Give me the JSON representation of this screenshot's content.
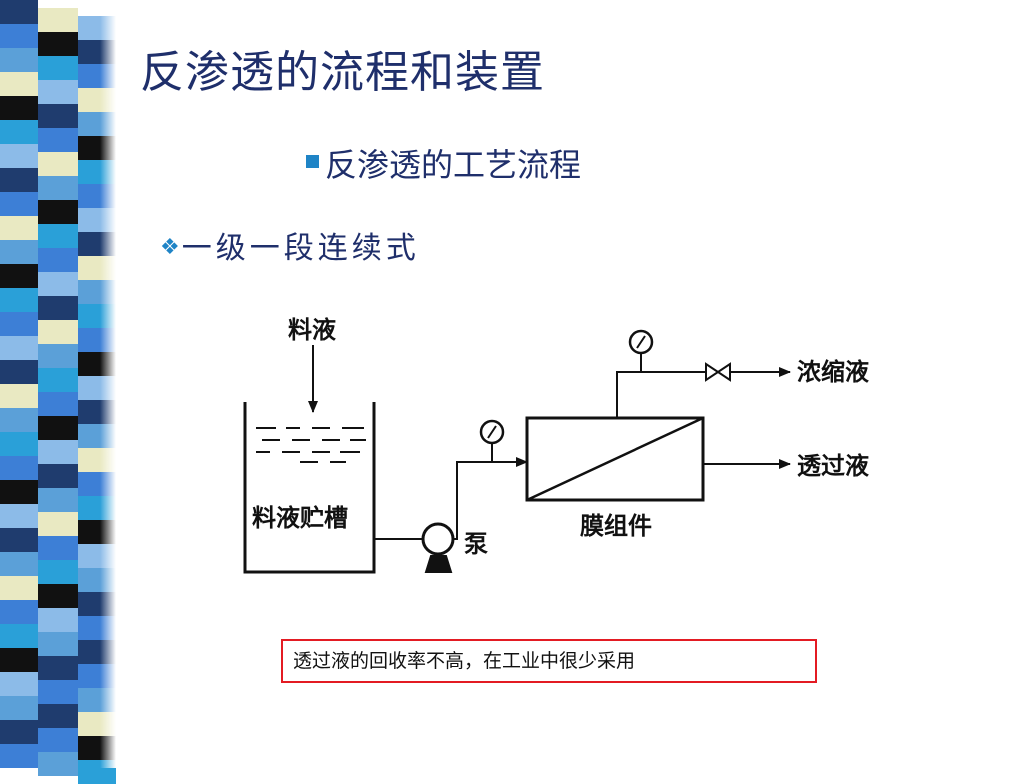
{
  "slide": {
    "title": "反渗透的流程和装置",
    "subtitle": "反渗透的工艺流程",
    "bullet": "一级一段连续式",
    "note": "透过液的回收率不高，在工业中很少采用"
  },
  "diagram": {
    "feed_label": "料液",
    "tank_label": "料液贮槽",
    "pump_label": "泵",
    "module_label": "膜组件",
    "concentrate_label": "浓缩液",
    "permeate_label": "透过液"
  },
  "colors": {
    "title": "#1f2f6b",
    "bullet_marker": "#1f84c6",
    "note_border": "#e31b23",
    "stripe_palette": [
      "#1f3c6e",
      "#3d7fd6",
      "#5ba0d8",
      "#e9e9c2",
      "#111111",
      "#2aa0d8",
      "#8cbbe8"
    ]
  },
  "icons": {
    "subtitle_marker": "square-bullet-icon",
    "bullet_marker": "diamond-bullet-icon"
  }
}
